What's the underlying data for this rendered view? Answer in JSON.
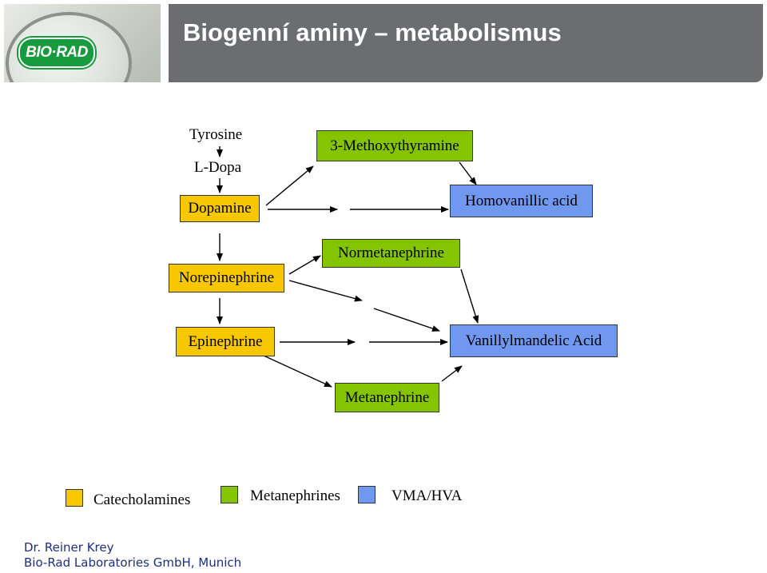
{
  "header": {
    "title": "Biogenní aminy – metabolismus",
    "logo_text": "BIO·RAD"
  },
  "colors": {
    "catecholamines": "#f7c800",
    "metanephrines": "#84c400",
    "vma_hva": "#6f98ee",
    "title_bar": "#6b6d70",
    "footer_text": "#1f2f7a"
  },
  "diagram": {
    "tyrosine": "Tyrosine",
    "l_dopa": "L-Dopa",
    "dopamine": "Dopamine",
    "norepinephrine": "Norepinephrine",
    "epinephrine": "Epinephrine",
    "methoxythyramine": "3-Methoxythyramine",
    "normetanephrine": "Normetanephrine",
    "metanephrine": "Metanephrine",
    "homovanillic_acid": "Homovanillic acid",
    "vanillylmandelic_acid": "Vanillylmandelic Acid"
  },
  "legend": {
    "catecholamines": "Catecholamines",
    "metanephrines": "Metanephrines",
    "vma_hva": "VMA/HVA"
  },
  "footer": {
    "author": "Dr. Reiner Krey",
    "company": "Bio-Rad Laboratories GmbH, Munich"
  }
}
